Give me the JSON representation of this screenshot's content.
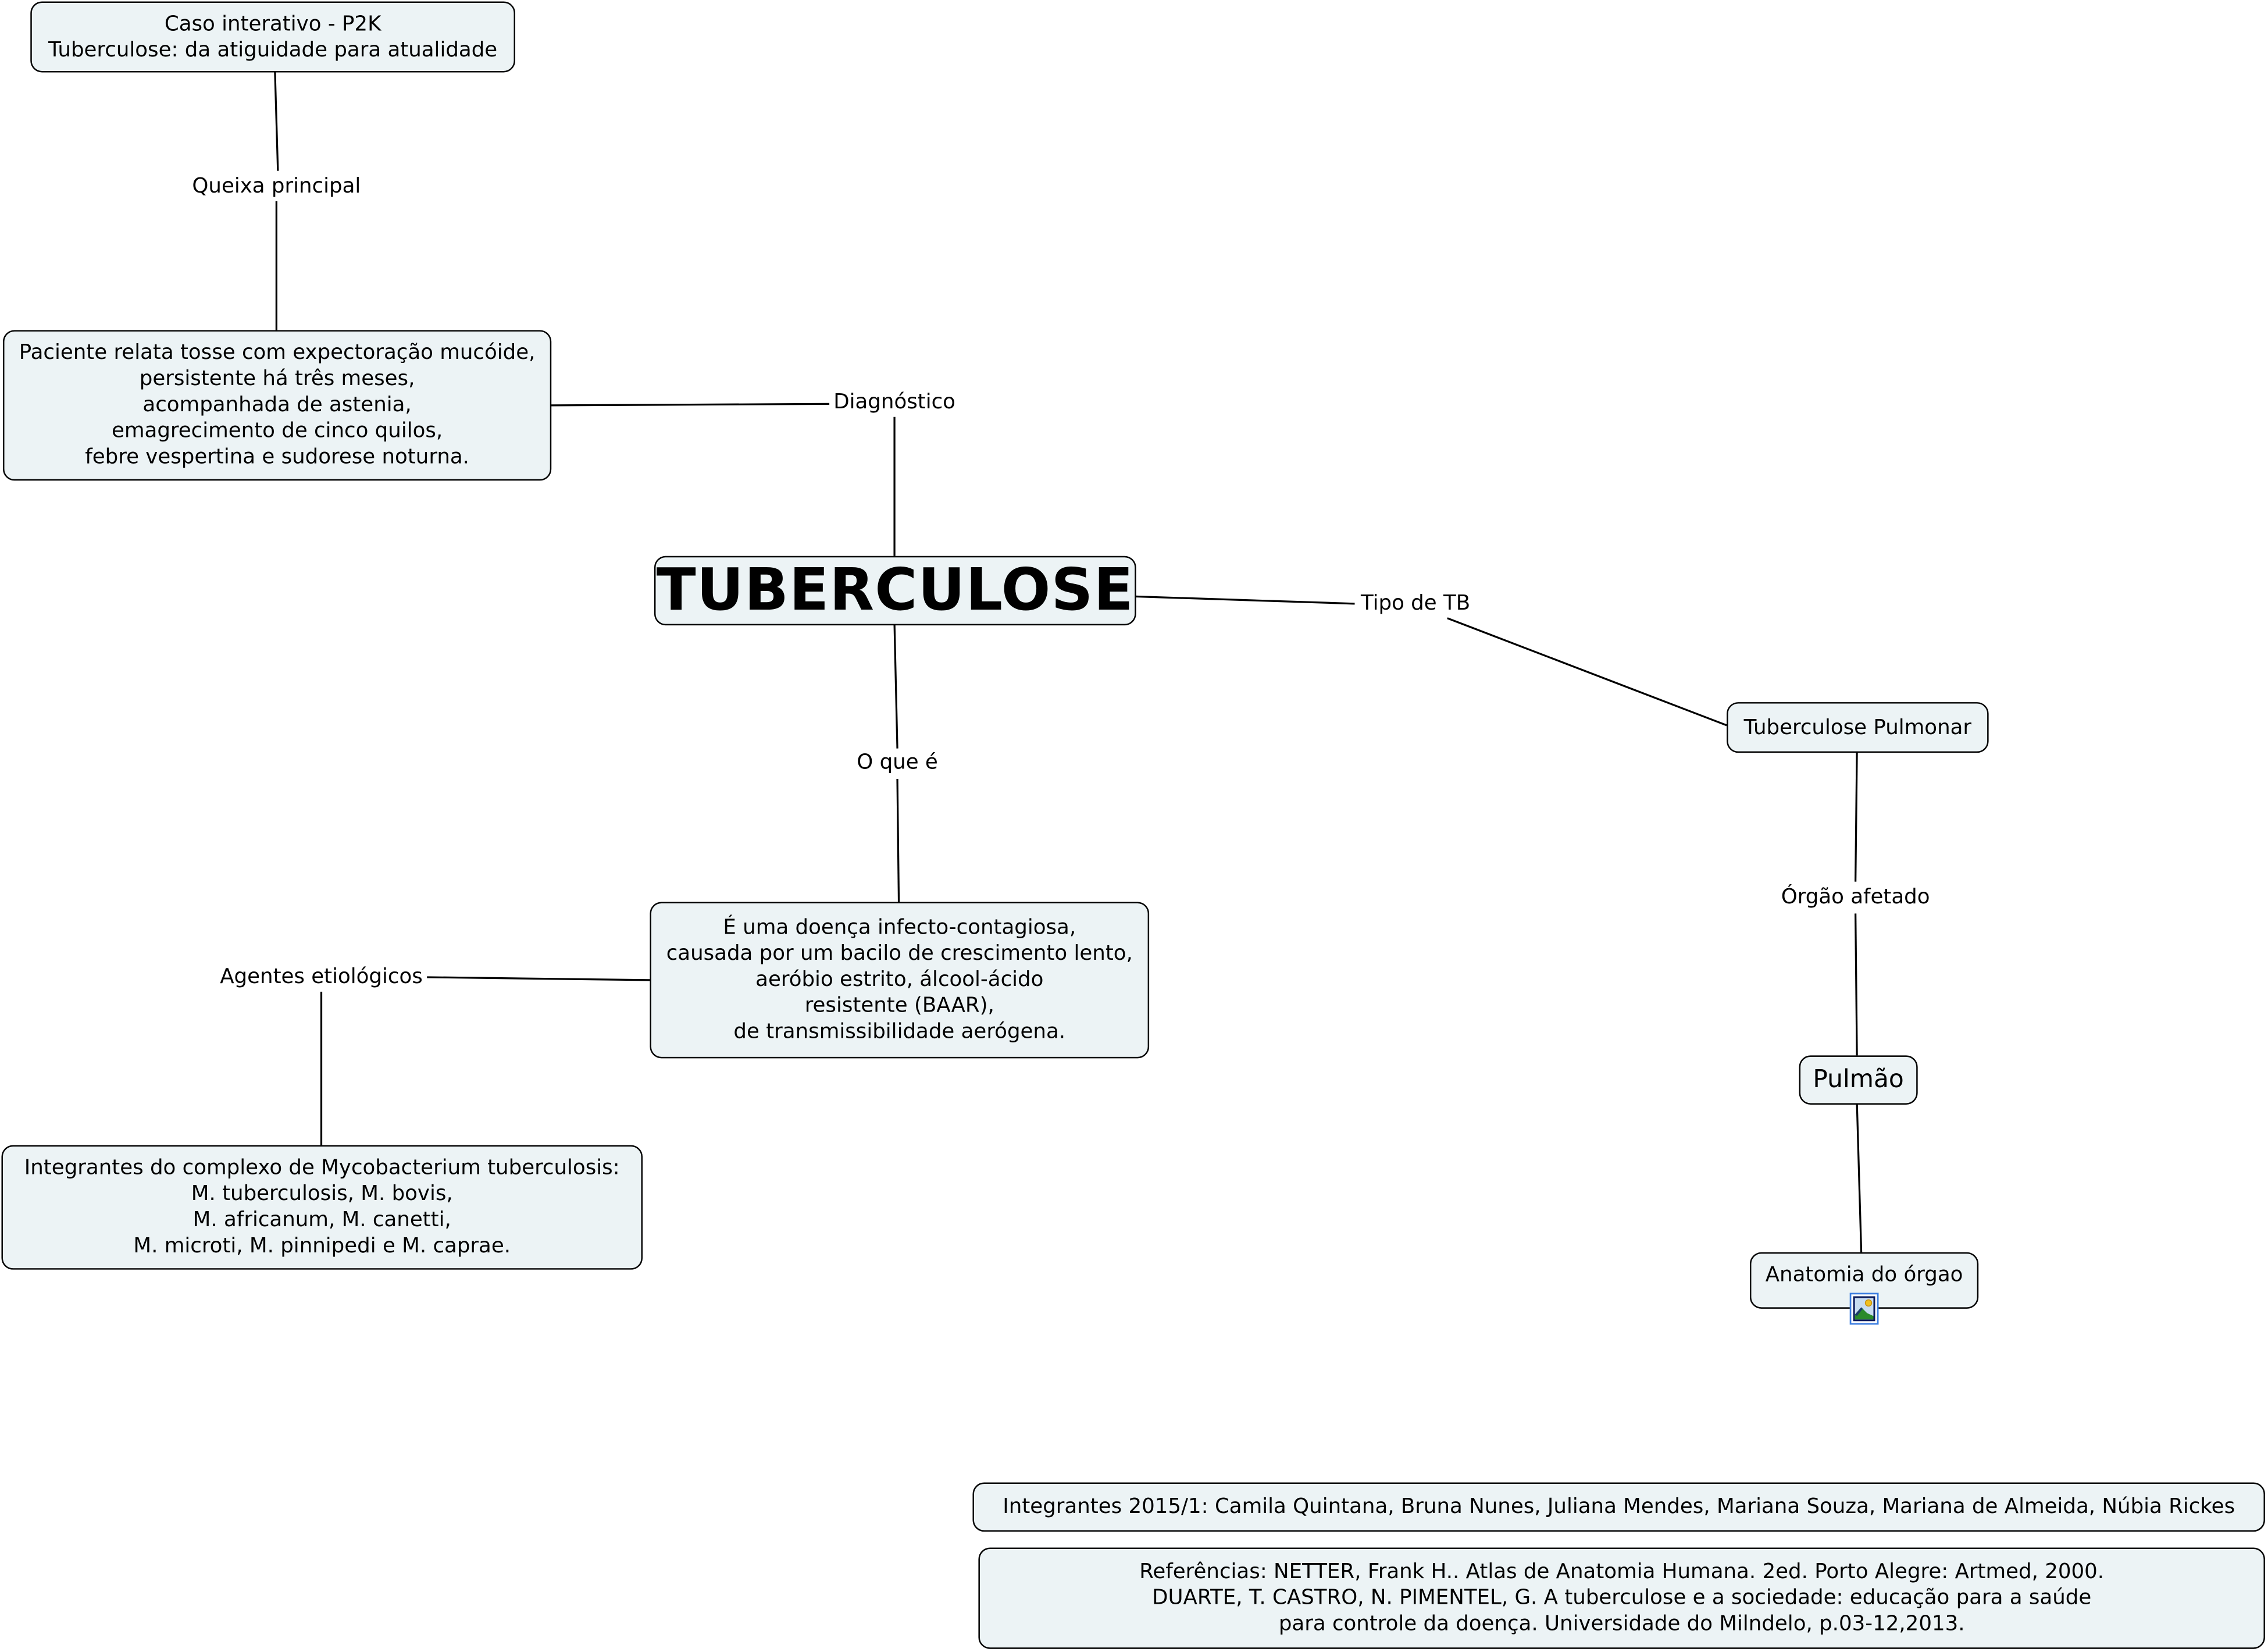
{
  "concepts": {
    "caso": [
      "Caso interativo - P2K",
      "Tuberculose: da atiguidade para atualidade"
    ],
    "paciente": [
      "Paciente relata tosse com expectoração mucóide,",
      "persistente há três meses,",
      "acompanhada de astenia,",
      "emagrecimento de cinco quilos,",
      "febre vespertina e sudorese noturna."
    ],
    "main": "TUBERCULOSE",
    "tb_pulmonar": "Tuberculose Pulmonar",
    "pulmao": "Pulmão",
    "anatomia": "Anatomia do órgao",
    "definicao": [
      "É uma doença infecto-contagiosa,",
      "causada por um bacilo de crescimento lento,",
      "aeróbio estrito, álcool-ácido",
      "resistente (BAAR),",
      "de transmissibilidade aerógena."
    ],
    "complexo": [
      "Integrantes  do complexo de Mycobacterium tuberculosis:",
      "M. tuberculosis, M. bovis,",
      "M. africanum, M. canetti,",
      "M. microti, M. pinnipedi e M. caprae."
    ],
    "integrantes": "Integrantes 2015/1: Camila Quintana, Bruna Nunes, Juliana Mendes, Mariana Souza, Mariana de Almeida, Núbia Rickes",
    "referencias": [
      "Referências: NETTER, Frank H.. Atlas de Anatomia Humana. 2ed. Porto Alegre: Artmed, 2000.",
      "DUARTE, T. CASTRO, N. PIMENTEL, G. A tuberculose e a sociedade: educação para a saúde",
      "para controle da doença. Universidade do Milndelo, p.03-12,2013."
    ]
  },
  "links": {
    "queixa": "Queixa principal",
    "diagnostico": "Diagnóstico",
    "tipo": "Tipo de TB",
    "oque": "O que é",
    "agentes": "Agentes etiológicos",
    "orgao": "Órgão afetado"
  },
  "icons": {
    "anatomia_attachment": "image-icon"
  },
  "colors": {
    "node_fill": "#ecf3f5",
    "border": "#000000"
  }
}
